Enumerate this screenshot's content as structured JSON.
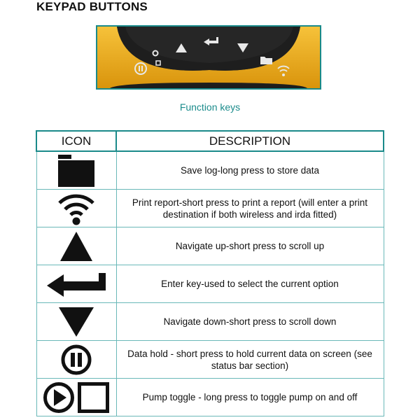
{
  "heading": "KEYPAD BUTTONS",
  "caption": "Function keys",
  "table": {
    "headers": {
      "icon": "ICON",
      "description": "DESCRIPTION"
    },
    "rows": [
      {
        "icon": "folder-icon",
        "description": "Save log-long press to store data"
      },
      {
        "icon": "wireless-icon",
        "description": "Print report-short press to print a report (will enter a print destination if both wireless and irda fitted)"
      },
      {
        "icon": "triangle-up-icon",
        "description": "Navigate up-short press to scroll up"
      },
      {
        "icon": "enter-arrow-icon",
        "description": "Enter key-used to select the current option"
      },
      {
        "icon": "triangle-down-icon",
        "description": "Navigate down-short press to scroll down"
      },
      {
        "icon": "pause-circle-icon",
        "description": "Data hold - short press to hold current data on screen (see status bar section)"
      },
      {
        "icon": "play-square-icon",
        "description": "Pump toggle - long press to toggle pump on and off"
      }
    ]
  },
  "colors": {
    "accent": "#1a8a8a",
    "device_yellow": "#f2b21a",
    "device_body": "#2a2a2a"
  }
}
